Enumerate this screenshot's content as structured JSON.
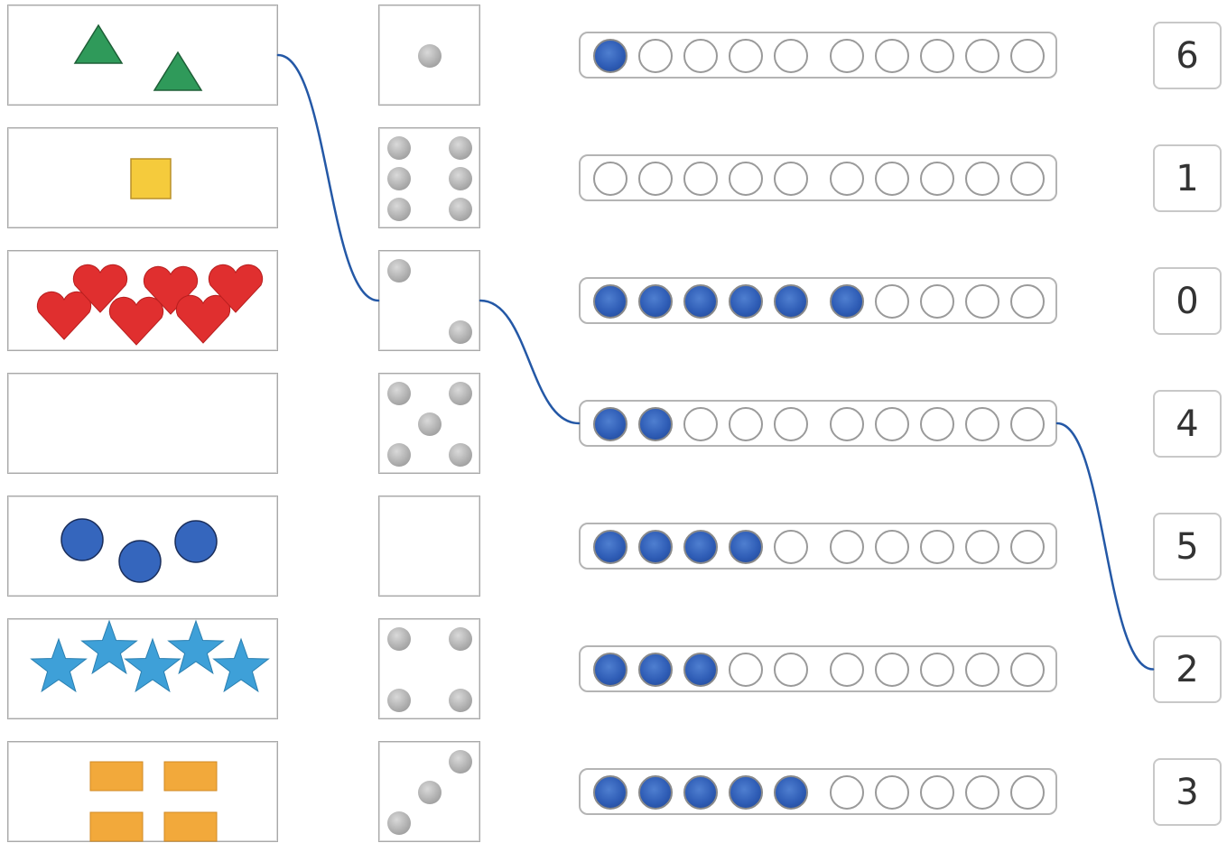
{
  "colors": {
    "line": "#2458a6",
    "bead_filled": "#2f5db6",
    "card_border": "#a9a9a9"
  },
  "picture_cards": [
    {
      "shape": "green-triangle",
      "count": 2
    },
    {
      "shape": "yellow-square",
      "count": 1
    },
    {
      "shape": "red-heart",
      "count": 6
    },
    {
      "shape": "empty",
      "count": 0
    },
    {
      "shape": "blue-circle",
      "count": 3
    },
    {
      "shape": "blue-star",
      "count": 5
    },
    {
      "shape": "orange-rectangle",
      "count": 4
    }
  ],
  "dice_cards": [
    1,
    6,
    2,
    5,
    0,
    4,
    3
  ],
  "ten_frames": [
    1,
    0,
    6,
    2,
    4,
    3,
    5
  ],
  "numbers": [
    "6",
    "1",
    "0",
    "4",
    "5",
    "2",
    "3"
  ],
  "connections": [
    {
      "from": "picture-card-1",
      "to": "dice-card-3"
    },
    {
      "from": "dice-card-3",
      "to": "ten-frame-4"
    },
    {
      "from": "ten-frame-4",
      "to": "number-box-6"
    }
  ]
}
